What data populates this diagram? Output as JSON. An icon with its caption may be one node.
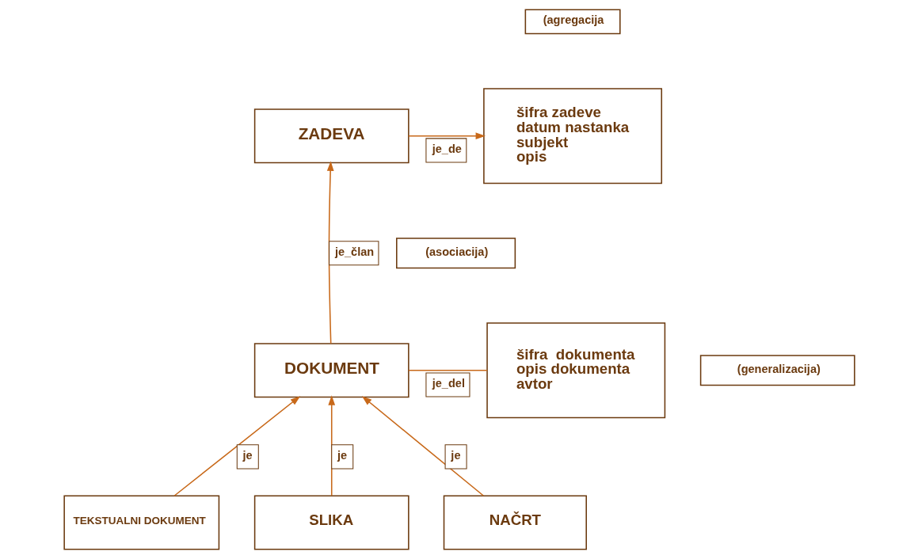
{
  "diagram": {
    "nodes": [
      {
        "text": [
          "(agregacija"
        ]
      },
      {
        "text": [
          "ZADEVA"
        ]
      },
      {
        "text": [
          "šifra zadeve",
          "datum nastanka",
          "subjekt",
          "opis"
        ]
      },
      {
        "text": [
          "(asociacija)"
        ]
      },
      {
        "text": [
          "DOKUMENT"
        ]
      },
      {
        "text": [
          "šifra  dokumenta",
          "opis dokumenta",
          "avtor"
        ]
      },
      {
        "text": [
          "(generalizacija)"
        ]
      },
      {
        "text": [
          "TEKSTUALNI DOKUMENT"
        ]
      },
      {
        "text": [
          "SLIKA"
        ]
      },
      {
        "text": [
          "NAČRT"
        ]
      }
    ],
    "edges": [
      {
        "from": 1,
        "to": 2,
        "arrow": "to",
        "label": "je_de"
      },
      {
        "from": 4,
        "to": 1,
        "arrow": "to",
        "label": "je_član"
      },
      {
        "from": 4,
        "to": 5,
        "arrow": "none",
        "label": "je_del"
      },
      {
        "from": 7,
        "to": 4,
        "arrow": "to",
        "label": "je"
      },
      {
        "from": 8,
        "to": 4,
        "arrow": "to",
        "label": "je"
      },
      {
        "from": 9,
        "to": 4,
        "arrow": "to",
        "label": "je"
      }
    ]
  }
}
